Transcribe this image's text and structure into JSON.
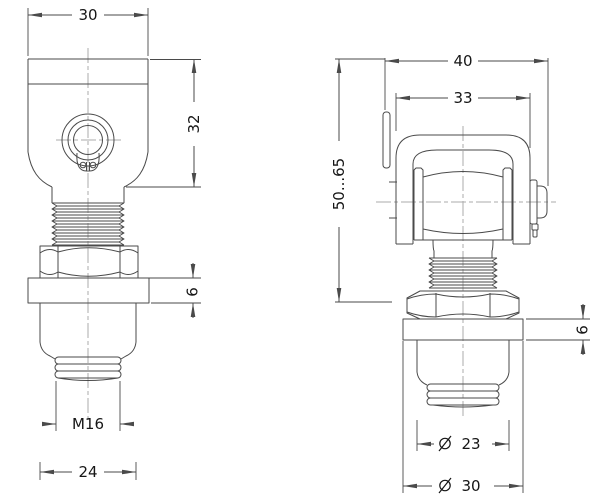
{
  "colors": {
    "line": "#4a4a4a",
    "centerline": "#ababab",
    "text": "#161616",
    "bg": "#ffffff"
  },
  "front_view": {
    "dims": {
      "top_width": "30",
      "height": "32",
      "flange_thickness": "6",
      "thread": "M16",
      "stem_diameter": "24"
    }
  },
  "side_view": {
    "dims": {
      "overall_width": "40",
      "bracket_width": "33",
      "height_range": "50...65",
      "flange_thickness": "6",
      "neck_diameter": "23",
      "flange_diameter": "30",
      "diameter_symbol": "⌀"
    }
  }
}
